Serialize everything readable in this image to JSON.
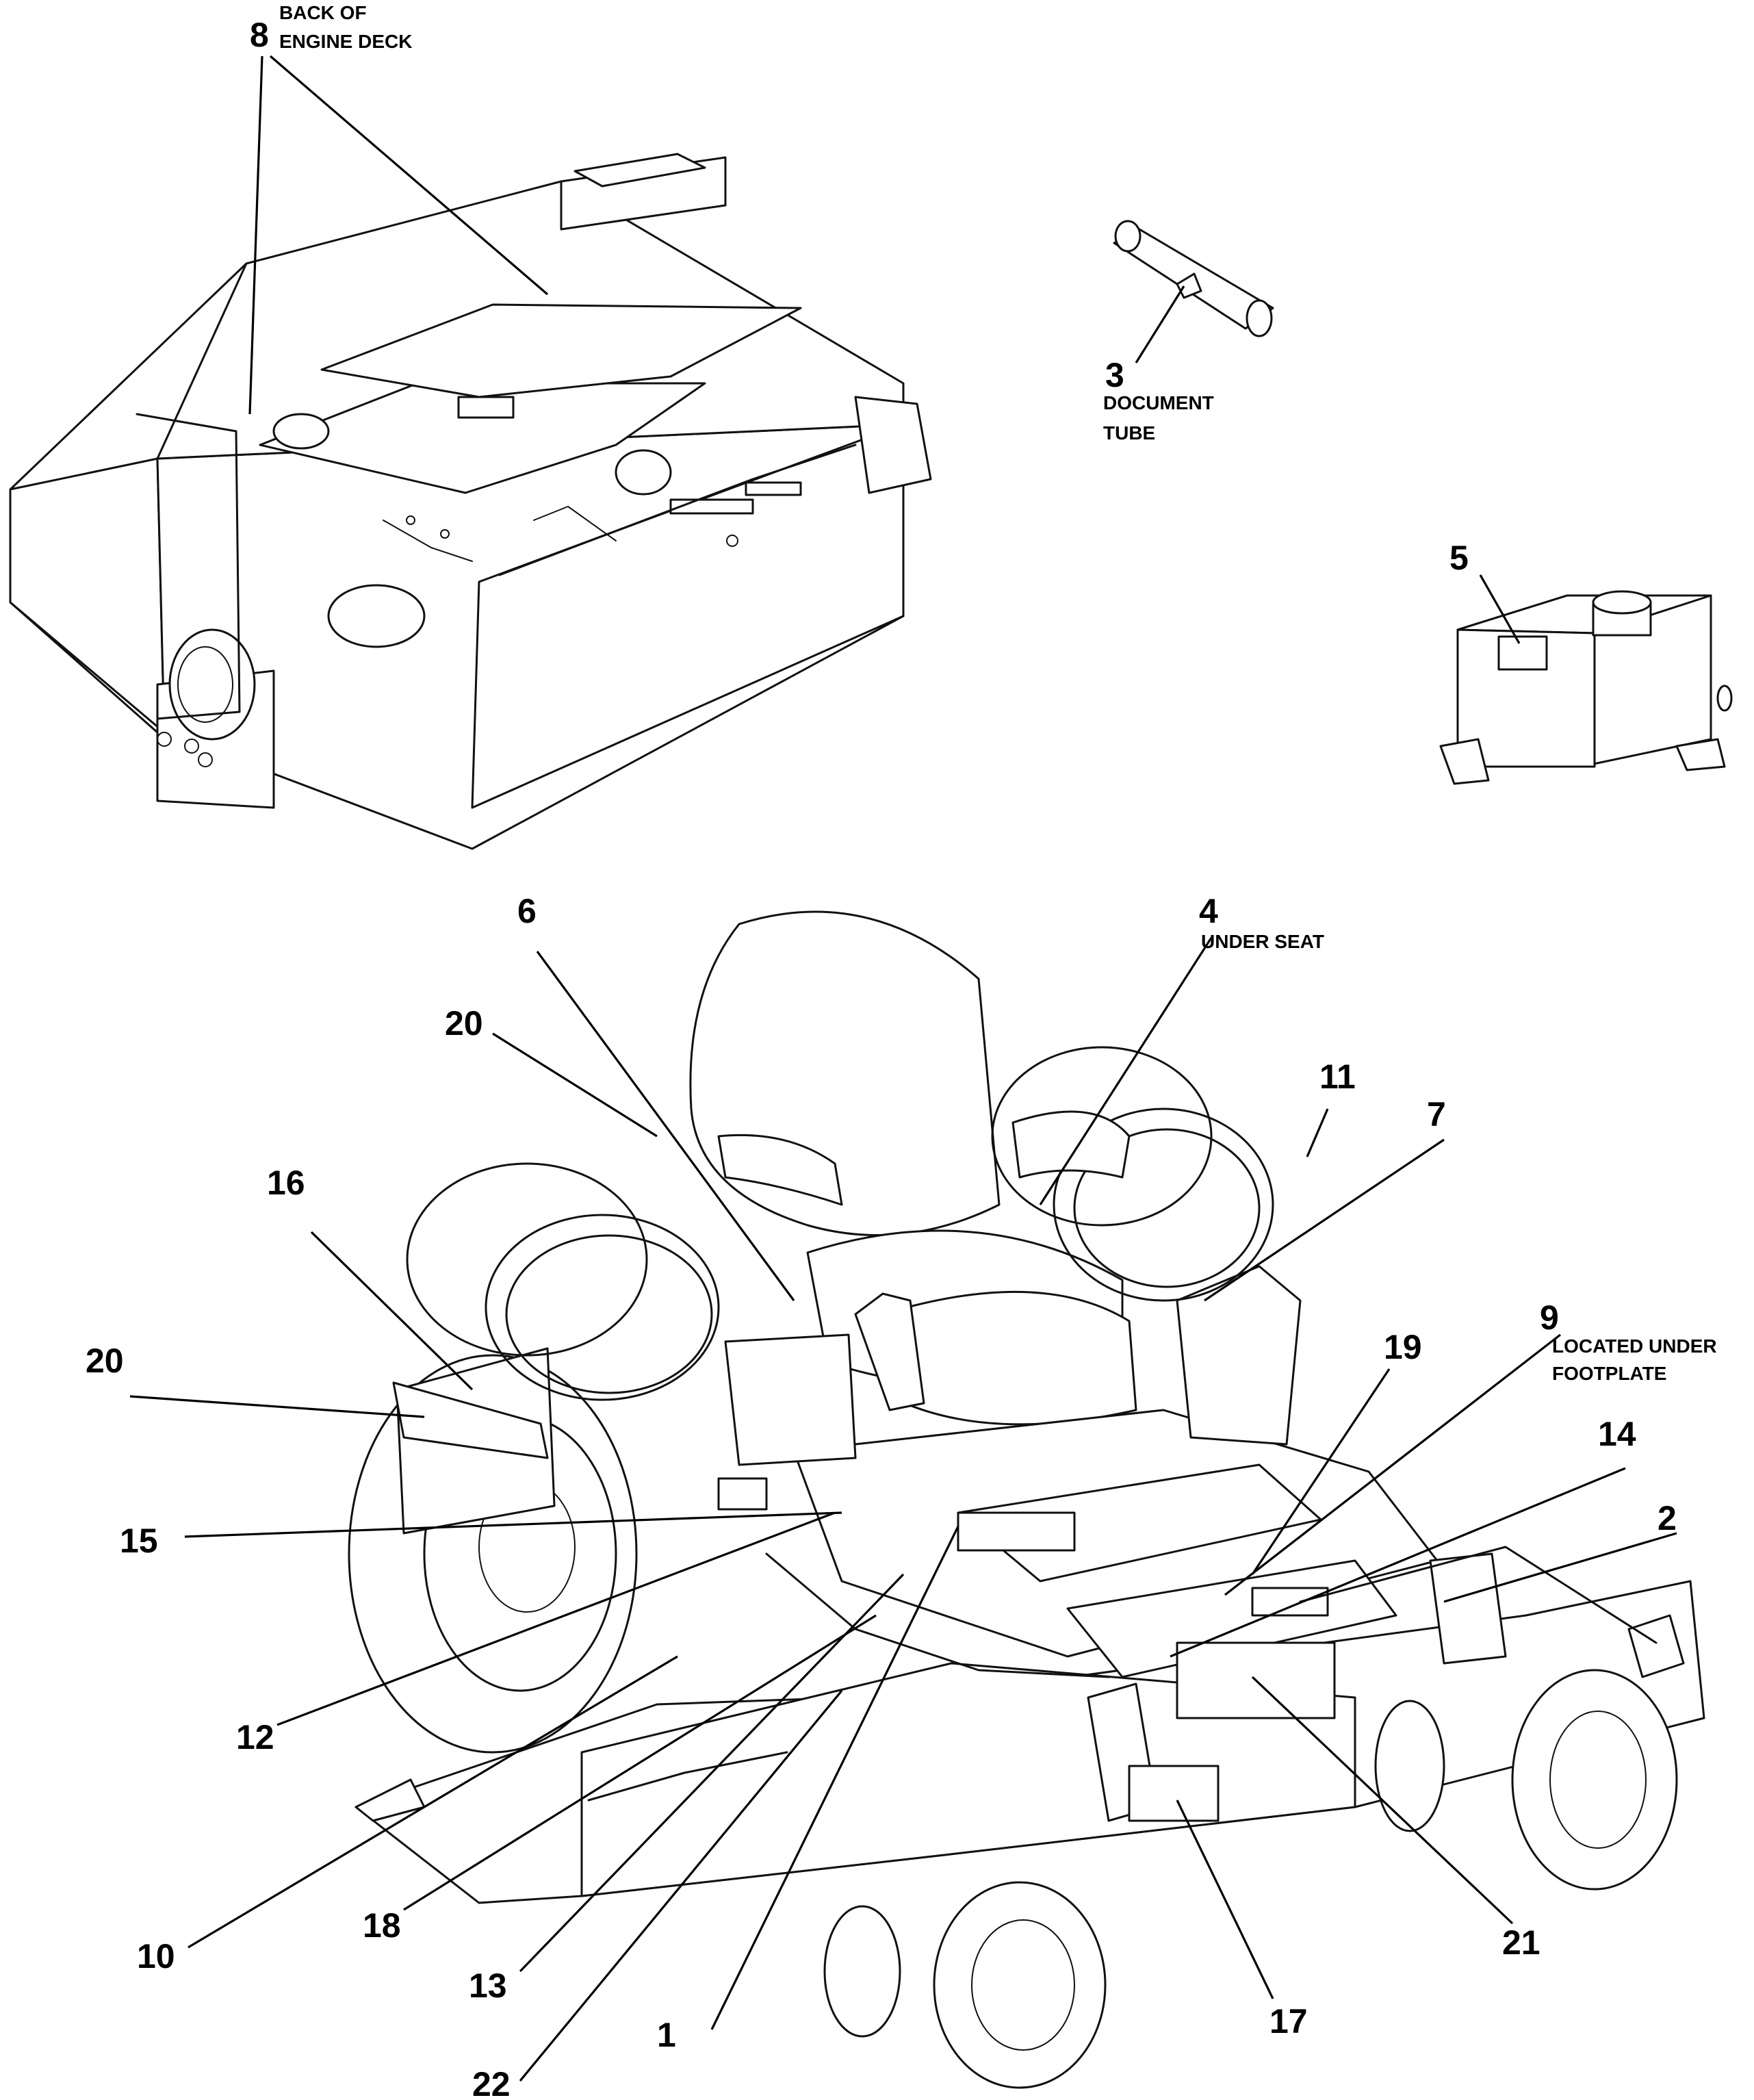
{
  "callouts": {
    "c1": "1",
    "c2": "2",
    "c3": "3",
    "c4": "4",
    "c5": "5",
    "c6": "6",
    "c7": "7",
    "c8": "8",
    "c9": "9",
    "c10": "10",
    "c11": "11",
    "c12": "12",
    "c13": "13",
    "c14": "14",
    "c15": "15",
    "c16": "16",
    "c17": "17",
    "c18": "18",
    "c19": "19",
    "c20a": "20",
    "c20b": "20",
    "c21": "21",
    "c22": "22"
  },
  "notes": {
    "n8_line1": "BACK OF",
    "n8_line2": "ENGINE DECK",
    "n3_line1": "DOCUMENT",
    "n3_line2": "TUBE",
    "n4": "UNDER SEAT",
    "n9_line1": "LOCATED UNDER",
    "n9_line2": "FOOTPLATE"
  }
}
